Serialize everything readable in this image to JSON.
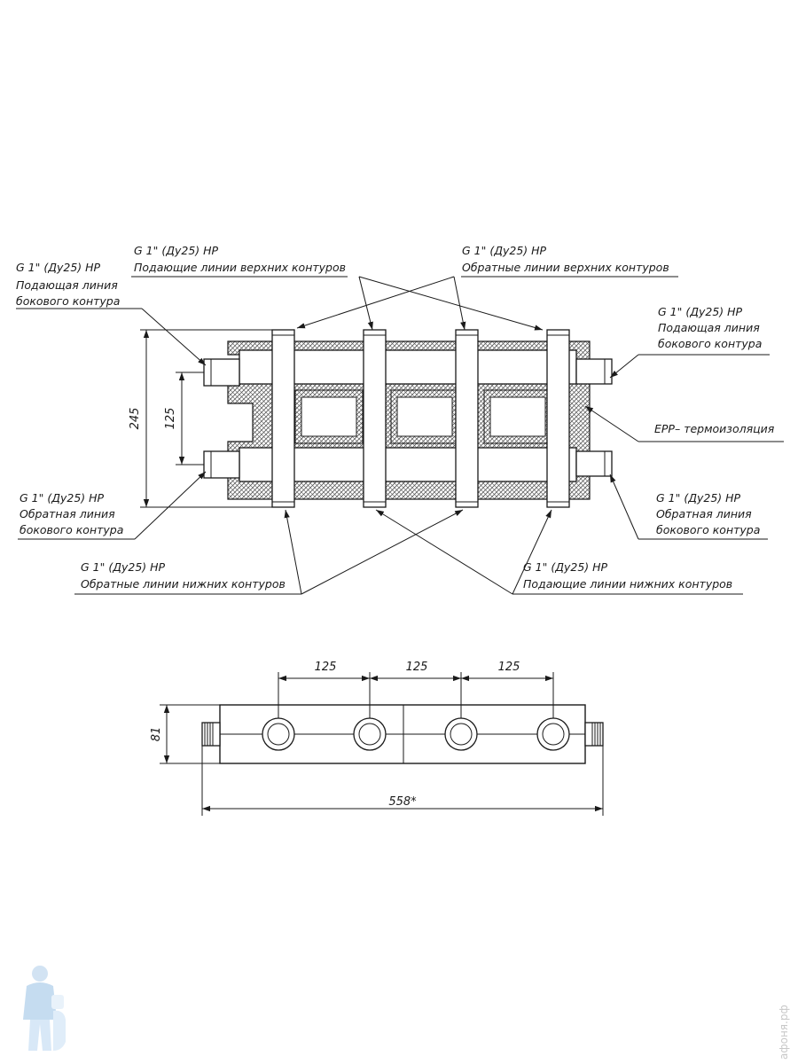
{
  "callouts": {
    "top_supply": {
      "line1": "G 1\" (Ду25) НР",
      "line2": "Подающие линии верхних контуров"
    },
    "top_return": {
      "line1": "G 1\" (Ду25) НР",
      "line2": "Обратные линии верхних контуров"
    },
    "left_supply": {
      "line1": "G 1\" (Ду25) НР",
      "line2": "Подающая линия",
      "line3": "бокового контура"
    },
    "right_supply": {
      "line1": "G 1\" (Ду25) НР",
      "line2": "Подающая линия",
      "line3": "бокового контура"
    },
    "insulation": {
      "line1": "EPP– термоизоляция"
    },
    "left_return": {
      "line1": "G 1\" (Ду25) НР",
      "line2": "Обратная линия",
      "line3": "бокового контура"
    },
    "right_return": {
      "line1": "G 1\" (Ду25) НР",
      "line2": "Обратная линия",
      "line3": "бокового контура"
    },
    "bottom_return": {
      "line1": "G 1\" (Ду25) НР",
      "line2": "Обратные линии нижних контуров"
    },
    "bottom_supply": {
      "line1": "G 1\" (Ду25) НР",
      "line2": "Подающие линии нижних контуров"
    }
  },
  "dimensions": {
    "height_total": "245",
    "height_between": "125",
    "spacing_1": "125",
    "spacing_2": "125",
    "spacing_3": "125",
    "depth": "81",
    "length": "558*"
  },
  "watermark": {
    "text": "афоня.рф"
  },
  "logo": {
    "icon": "plumber-mascot-icon"
  }
}
